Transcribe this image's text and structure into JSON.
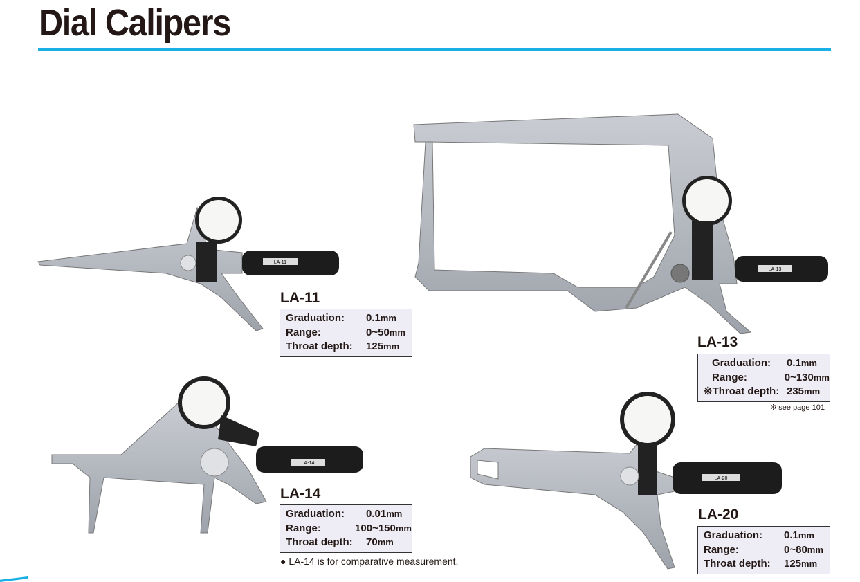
{
  "title": "Dial Calipers",
  "accent_color": "#1ab0e6",
  "products": [
    {
      "model": "LA-11",
      "handle_label": "LA-11",
      "specs": [
        {
          "label": "Graduation:",
          "value": "0.1",
          "unit": "mm"
        },
        {
          "label": "Range:",
          "value": "0~50",
          "unit": "mm"
        },
        {
          "label": "Throat depth:",
          "value": "125",
          "unit": "mm"
        }
      ]
    },
    {
      "model": "LA-13",
      "handle_label": "LA-13",
      "specs": [
        {
          "label": "Graduation:",
          "value": "0.1",
          "unit": "mm"
        },
        {
          "label": "Range:",
          "value": "0~130",
          "unit": "mm"
        },
        {
          "label": "※Throat depth:",
          "value": "235",
          "unit": "mm"
        }
      ],
      "note": "※ see page 101"
    },
    {
      "model": "LA-14",
      "handle_label": "LA-14",
      "specs": [
        {
          "label": "Graduation:",
          "value": "0.01",
          "unit": "mm"
        },
        {
          "label": "Range:",
          "value": "100~150",
          "unit": "mm"
        },
        {
          "label": "Throat depth:",
          "value": "70",
          "unit": "mm"
        }
      ],
      "note": "● LA-14 is for comparative measurement."
    },
    {
      "model": "LA-20",
      "handle_label": "LA-20",
      "specs": [
        {
          "label": "Graduation:",
          "value": "0.1",
          "unit": "mm"
        },
        {
          "label": "Range:",
          "value": "0~80",
          "unit": "mm"
        },
        {
          "label": "Throat depth:",
          "value": "125",
          "unit": "mm"
        }
      ]
    }
  ]
}
